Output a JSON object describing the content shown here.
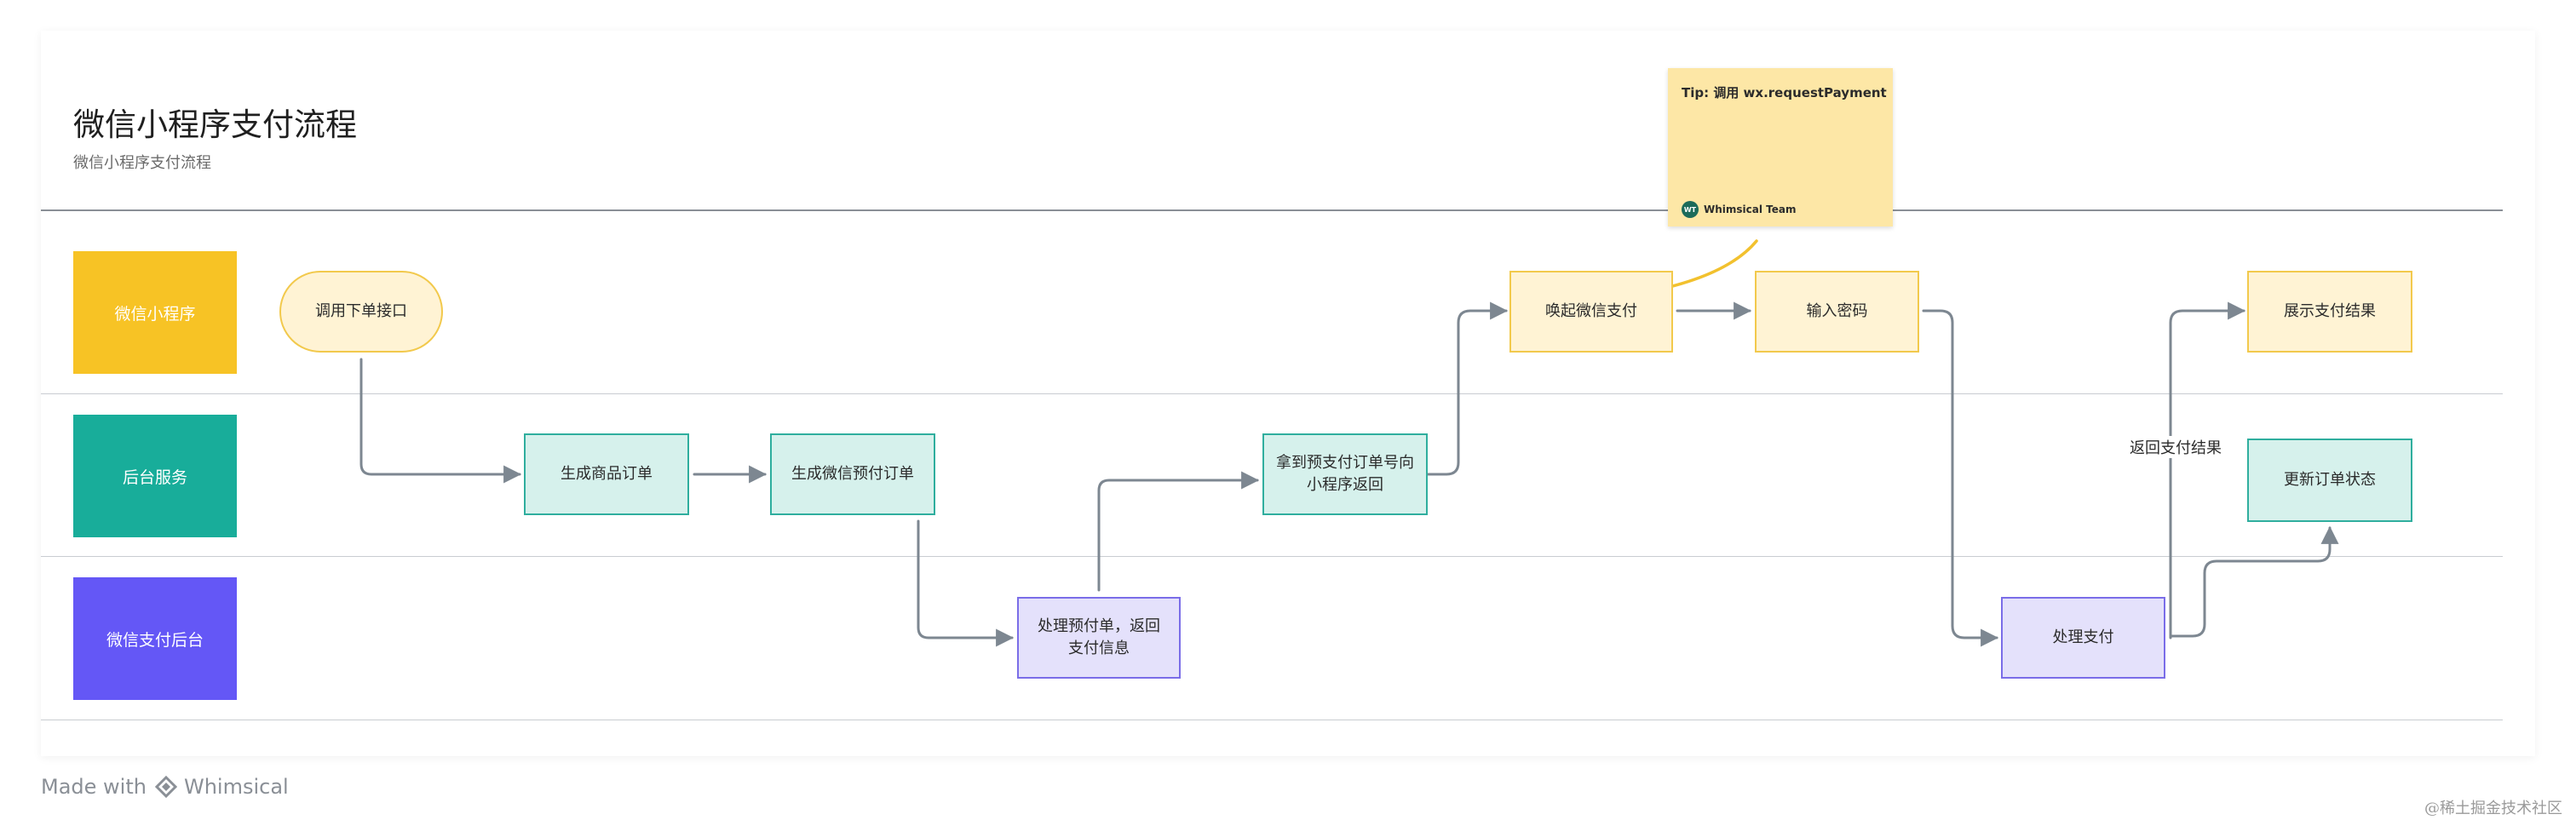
{
  "diagram": {
    "title": "微信小程序支付流程",
    "subtitle": "微信小程序支付流程",
    "lanes": [
      {
        "label": "微信小程序",
        "color": "#f7c325"
      },
      {
        "label": "后台服务",
        "color": "#18ad9a"
      },
      {
        "label": "微信支付后台",
        "color": "#6457f6"
      }
    ],
    "nodes": {
      "call_order_api": "调用下单接口",
      "create_goods_order": "生成商品订单",
      "create_wechat_prepay_order": "生成微信预付订单",
      "process_prepay": "处理预付单，返回支付信息",
      "get_prepay_id": "拿到预支付订单号向小程序返回",
      "invoke_wechat_pay": "唤起微信支付",
      "enter_password": "输入密码",
      "process_payment": "处理支付",
      "show_pay_result": "展示支付结果",
      "update_order_status": "更新订单状态"
    },
    "edge_labels": {
      "return_pay_result": "返回支付结果"
    },
    "note": {
      "text": "Tip: 调用 wx.requestPayment",
      "author": "Whimsical Team",
      "avatar_initials": "WT"
    }
  },
  "footer": {
    "made_with": "Made with",
    "brand": "Whimsical",
    "watermark": "@稀土掘金技术社区"
  },
  "colors": {
    "connector": "#7d8791",
    "note_arrow": "#f2c12e"
  }
}
